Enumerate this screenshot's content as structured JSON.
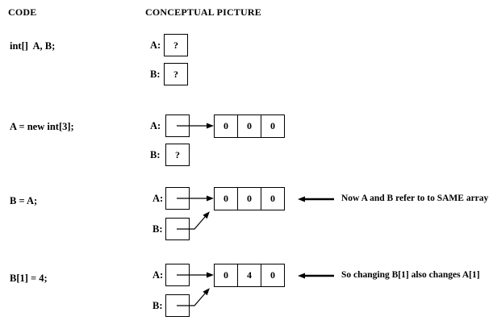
{
  "colors": {
    "ink": "#000000",
    "background": "#ffffff"
  },
  "headers": {
    "code": "CODE",
    "picture": "CONCEPTUAL PICTURE"
  },
  "labels": {
    "a": "A:",
    "b": "B:"
  },
  "sections": [
    {
      "code": "int[]  A, B;",
      "a_value": "?",
      "b_value": "?"
    },
    {
      "code": "A = new int[3];",
      "b_value": "?",
      "cells": [
        "0",
        "0",
        "0"
      ]
    },
    {
      "code": "B = A;",
      "cells": [
        "0",
        "0",
        "0"
      ],
      "annotation": "Now A and B refer to to SAME array"
    },
    {
      "code": "B[1] = 4;",
      "cells": [
        "0",
        "4",
        "0"
      ],
      "annotation": "So changing B[1] also changes A[1]"
    }
  ]
}
